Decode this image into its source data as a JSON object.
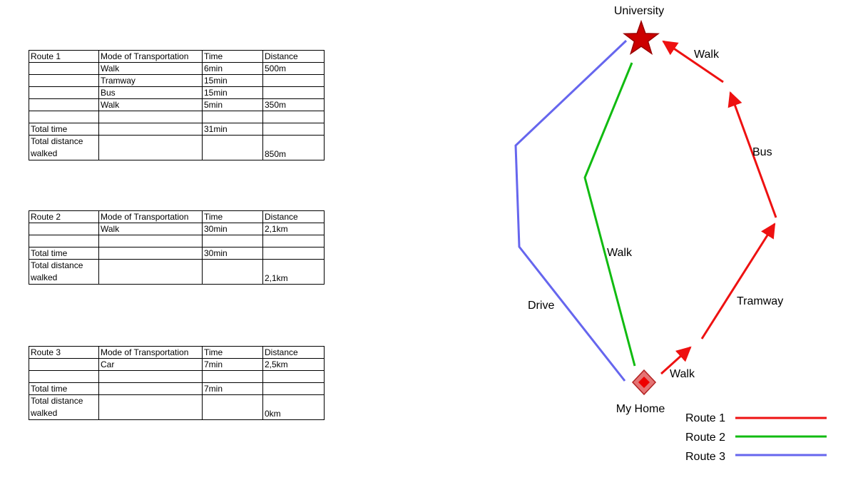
{
  "tables": [
    {
      "headers": [
        "Route 1",
        "Mode of Transportation",
        "Time",
        "Distance"
      ],
      "rows": [
        [
          "",
          "Walk",
          "6min",
          "500m"
        ],
        [
          "",
          "Tramway",
          "15min",
          ""
        ],
        [
          "",
          "Bus",
          "15min",
          ""
        ],
        [
          "",
          "Walk",
          "5min",
          "350m"
        ],
        [
          "",
          "",
          "",
          ""
        ]
      ],
      "total_time": {
        "label": "Total time",
        "value": "31min"
      },
      "total_distance": {
        "label": "Total distance walked",
        "value": "850m"
      }
    },
    {
      "headers": [
        "Route 2",
        "Mode of Transportation",
        "Time",
        "Distance"
      ],
      "rows": [
        [
          "",
          "Walk",
          "30min",
          "2,1km"
        ],
        [
          "",
          "",
          "",
          ""
        ]
      ],
      "total_time": {
        "label": "Total time",
        "value": "30min"
      },
      "total_distance": {
        "label": "Total distance walked",
        "value": "2,1km"
      }
    },
    {
      "headers": [
        "Route 3",
        "Mode of Transportation",
        "Time",
        "Distance"
      ],
      "rows": [
        [
          "",
          "Car",
          "7min",
          "2,5km"
        ],
        [
          "",
          "",
          "",
          ""
        ]
      ],
      "total_time": {
        "label": "Total time",
        "value": "7min"
      },
      "total_distance": {
        "label": "Total distance walked",
        "value": "0km"
      }
    }
  ],
  "diagram": {
    "nodes": {
      "university": {
        "label": "University",
        "icon": "star-icon",
        "color": "#cc0000"
      },
      "home": {
        "label": "My Home",
        "icon": "diamond-icon",
        "color": "#ee1111"
      }
    },
    "segment_labels": {
      "r1_walk_start": "Walk",
      "r1_tramway": "Tramway",
      "r1_bus": "Bus",
      "r1_walk_end": "Walk",
      "r2_walk": "Walk",
      "r3_drive": "Drive"
    },
    "legend": [
      {
        "label": "Route 1",
        "color": "#ee1111"
      },
      {
        "label": "Route 2",
        "color": "#11bb11"
      },
      {
        "label": "Route 3",
        "color": "#6666ee"
      }
    ]
  }
}
